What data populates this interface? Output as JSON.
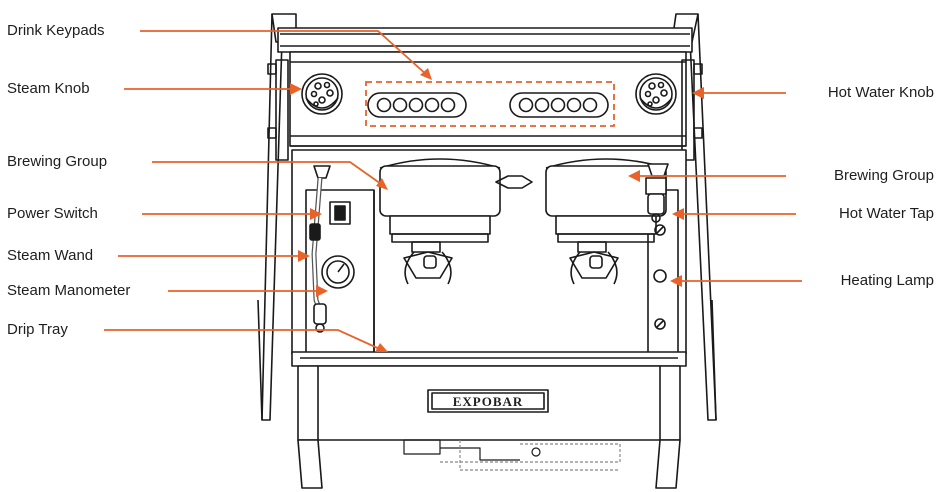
{
  "labels": {
    "drink_keypads": "Drink Keypads",
    "steam_knob": "Steam Knob",
    "brewing_group_left": "Brewing Group",
    "power_switch": "Power Switch",
    "steam_wand": "Steam Wand",
    "steam_manometer": "Steam Manometer",
    "drip_tray": "Drip Tray",
    "hot_water_knob": "Hot Water Knob",
    "brewing_group_right": "Brewing Group",
    "hot_water_tap": "Hot Water Tap",
    "heating_lamp": "Heating Lamp"
  },
  "brand": "EXPOBAR",
  "colors": {
    "callout": "#e8622a",
    "outline": "#1a1a1a",
    "text": "#1e1e1e"
  }
}
